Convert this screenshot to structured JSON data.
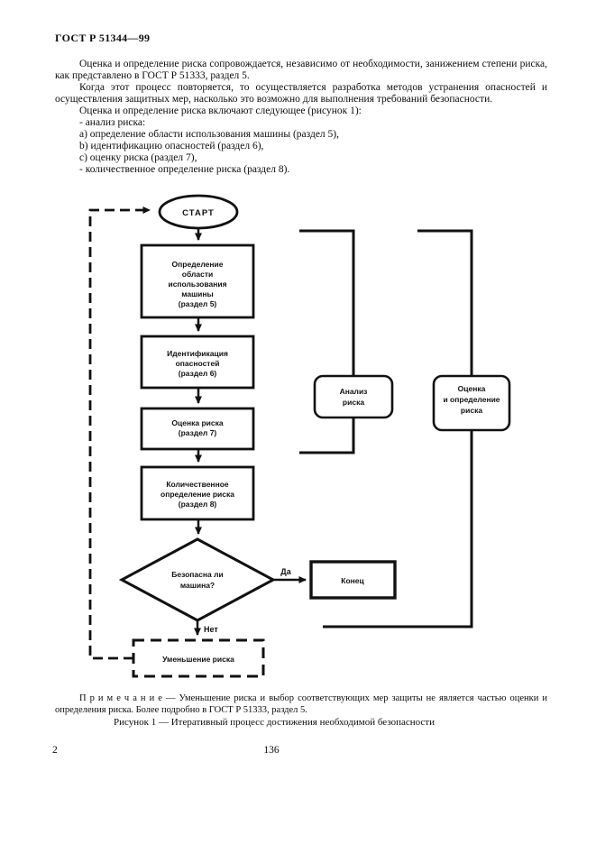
{
  "page": {
    "header": "ГОСТ Р 51344—99",
    "paragraphs": [
      "Оценка и определение риска сопровождается, независимо от необходимости, занижением степени риска, как представлено в ГОСТ Р 51333, раздел 5.",
      "Когда этот процесс повторяется, то осуществляется разработка методов устранения опасностей и осуществления защитных мер, насколько это возможно для выполнения требований безопасности.",
      "Оценка и определение риска включают следующее (рисунок 1):"
    ],
    "list": [
      "- анализ риска:",
      "a)  определение области использования машины (раздел 5),",
      "b)  идентификацию опасностей (раздел 6),",
      "c)  оценку риска (раздел 7),",
      "- количественное определение риска (раздел 8)."
    ],
    "note": "П р и м е ч а н и е — Уменьшение риска и выбор соответствующих мер защиты не является частью оценки и определения риска. Более подробно в ГОСТ Р 51333, раздел 5.",
    "caption": "Рисунок 1 — Итеративный процесс достижения необходимой безопасности",
    "page_number_left": "2",
    "page_number_center": "136"
  },
  "flowchart": {
    "start": "СТАРТ",
    "box1": [
      "Определение",
      "области",
      "использования",
      "машины",
      "(раздел 5)"
    ],
    "box2": [
      "Идентификация",
      "опасностей",
      "(раздел 6)"
    ],
    "box3": [
      "Оценка риска",
      "(раздел 7)"
    ],
    "box4": [
      "Количественное",
      "определение риска",
      "(раздел 8)"
    ],
    "decision": [
      "Безопасна ли",
      "машина?"
    ],
    "yes_label": "Да",
    "no_label": "Нет",
    "end": "Конец",
    "reduce": "Уменьшение риска",
    "bracket1": [
      "Анализ",
      "риска"
    ],
    "bracket2": [
      "Оценка",
      "и определение",
      "риска"
    ]
  }
}
